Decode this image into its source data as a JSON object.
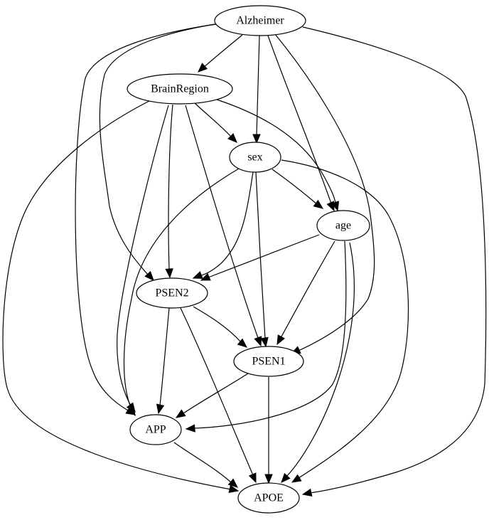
{
  "nodes": [
    {
      "id": "Alzheimer",
      "label": "Alzheimer"
    },
    {
      "id": "BrainRegion",
      "label": "BrainRegion"
    },
    {
      "id": "sex",
      "label": "sex"
    },
    {
      "id": "age",
      "label": "age"
    },
    {
      "id": "PSEN2",
      "label": "PSEN2"
    },
    {
      "id": "PSEN1",
      "label": "PSEN1"
    },
    {
      "id": "APP",
      "label": "APP"
    },
    {
      "id": "APOE",
      "label": "APOE"
    }
  ],
  "edges": [
    {
      "from": "Alzheimer",
      "to": "BrainRegion"
    },
    {
      "from": "Alzheimer",
      "to": "sex"
    },
    {
      "from": "Alzheimer",
      "to": "age"
    },
    {
      "from": "Alzheimer",
      "to": "PSEN2"
    },
    {
      "from": "Alzheimer",
      "to": "PSEN1"
    },
    {
      "from": "Alzheimer",
      "to": "APP"
    },
    {
      "from": "Alzheimer",
      "to": "APOE"
    },
    {
      "from": "BrainRegion",
      "to": "sex"
    },
    {
      "from": "BrainRegion",
      "to": "age"
    },
    {
      "from": "BrainRegion",
      "to": "PSEN2"
    },
    {
      "from": "BrainRegion",
      "to": "PSEN1"
    },
    {
      "from": "BrainRegion",
      "to": "APP"
    },
    {
      "from": "BrainRegion",
      "to": "APOE"
    },
    {
      "from": "sex",
      "to": "age"
    },
    {
      "from": "sex",
      "to": "PSEN2"
    },
    {
      "from": "sex",
      "to": "PSEN1"
    },
    {
      "from": "sex",
      "to": "APP"
    },
    {
      "from": "sex",
      "to": "APOE"
    },
    {
      "from": "age",
      "to": "PSEN2"
    },
    {
      "from": "age",
      "to": "PSEN1"
    },
    {
      "from": "age",
      "to": "APP"
    },
    {
      "from": "age",
      "to": "APOE"
    },
    {
      "from": "PSEN2",
      "to": "PSEN1"
    },
    {
      "from": "PSEN2",
      "to": "APP"
    },
    {
      "from": "PSEN2",
      "to": "APOE"
    },
    {
      "from": "PSEN1",
      "to": "APP"
    },
    {
      "from": "PSEN1",
      "to": "APOE"
    },
    {
      "from": "APP",
      "to": "APOE"
    }
  ],
  "colors": {
    "stroke": "#000000",
    "node_fill": "#ffffff",
    "background": "#ffffff"
  }
}
